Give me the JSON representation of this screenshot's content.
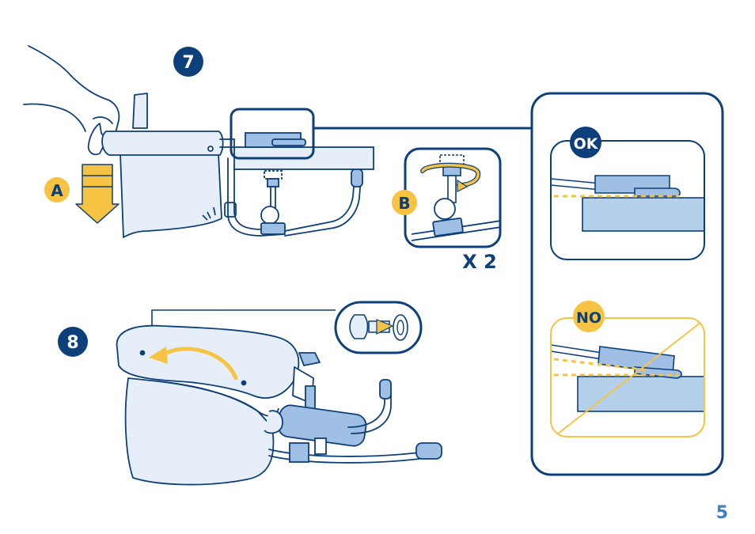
{
  "page_number": "5",
  "steps": {
    "seven": {
      "number": "7"
    },
    "eight": {
      "number": "8"
    }
  },
  "callouts": {
    "a": "A",
    "b": "B",
    "repeat": "X 2"
  },
  "comparison": {
    "ok_label": "OK",
    "no_label": "NO"
  },
  "colors": {
    "navy": "#0d3f7a",
    "light_blue": "#e6eff9",
    "mid_blue": "#9fc0e4",
    "table_blue": "#b5d0ea",
    "yellow": "#f6c343",
    "page_number": "#3f7fc1"
  }
}
